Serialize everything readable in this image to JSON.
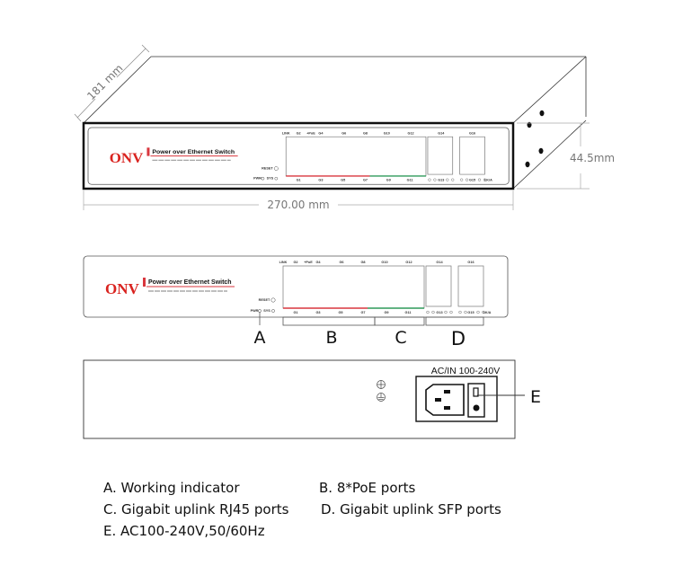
{
  "dimensions": {
    "depth": "181 mm",
    "height": "44.5mm",
    "width": "270.00 mm"
  },
  "panel": {
    "brand": "ONV",
    "product": "Power over Ethernet Switch",
    "link_label": "LINK",
    "poe_label": "+PoE",
    "reset_label": "RESET",
    "pwr_label": "PWR",
    "sys_label": "SYS",
    "top_port_labels": [
      "G2",
      "G4",
      "G6",
      "G8",
      "G10",
      "G12"
    ],
    "bottom_port_labels": [
      "G1",
      "G3",
      "G5",
      "G7",
      "G9",
      "G11"
    ],
    "sfp_top_labels": [
      "G14",
      "G16"
    ],
    "sfp_bottom_labels": [
      "G13",
      "G15"
    ],
    "lka_label": "LK/A",
    "poe_color": "#d9363e",
    "uplink_color": "#2e9a5a"
  },
  "callouts": {
    "a": "A",
    "b": "B",
    "c": "C",
    "d": "D",
    "e": "E"
  },
  "back_panel": {
    "power_label": "AC/IN 100-240V"
  },
  "legend": {
    "a": "A. Working indicator",
    "b": "B. 8*PoE ports",
    "c": "C. Gigabit uplink RJ45 ports",
    "d": "D. Gigabit uplink SFP ports",
    "e": "E. AC100-240V,50/60Hz"
  }
}
